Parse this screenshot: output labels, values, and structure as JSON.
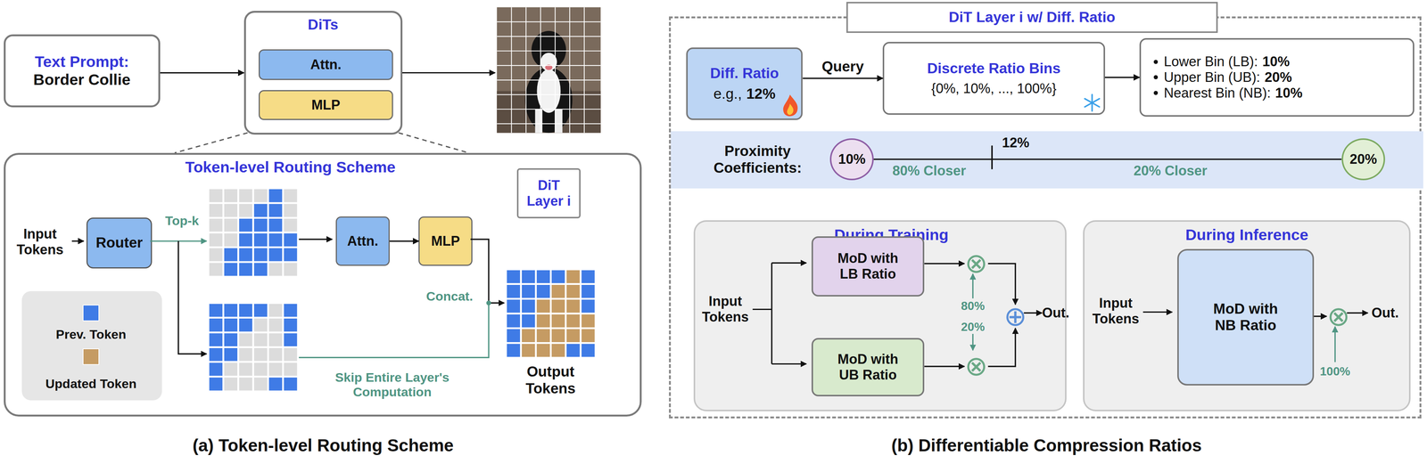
{
  "diagram": {
    "nodes": [
      {
        "text": [
          "Text Prompt:",
          "Border Collie"
        ]
      },
      {
        "text": [
          "DiTs"
        ]
      },
      {
        "text": [
          "Attn."
        ],
        "in": 1
      },
      {
        "text": [
          "MLP"
        ],
        "in": 1
      },
      {
        "text": [
          "Token-level Routing Scheme"
        ]
      },
      {
        "text": [
          "Router"
        ],
        "in": 4
      },
      {
        "text": [
          "Attn."
        ],
        "in": 4
      },
      {
        "text": [
          "MLP"
        ],
        "in": 4
      },
      {
        "text": [
          "DiT Layer i"
        ],
        "in": 4
      },
      {
        "text": [
          "DiT Layer i w/ Diff. Ratio"
        ]
      },
      {
        "text": [
          "Diff. Ratio",
          "e.g.,",
          "12%"
        ],
        "in": 9
      },
      {
        "text": [
          "Discrete Ratio Bins",
          "{0%, 10%, ..., 100%}"
        ],
        "in": 9
      },
      {
        "text": [
          "Lower Bin (LB):",
          "10%",
          "Upper Bin (UB):",
          "20%",
          "Nearest Bin (NB):",
          "10%"
        ],
        "in": 9
      },
      {
        "text": [
          "Proximity Coefficients:"
        ],
        "in": 9
      },
      {
        "text": [
          "10%"
        ],
        "in": 13
      },
      {
        "text": [
          "20%"
        ],
        "in": 13
      },
      {
        "text": [
          "During Training"
        ],
        "in": 9
      },
      {
        "text": [
          "MoD with LB Ratio"
        ],
        "in": 16
      },
      {
        "text": [
          "⊗"
        ],
        "in": 16
      },
      {
        "text": [
          "MoD with UB Ratio"
        ],
        "in": 16
      },
      {
        "text": [
          "⊗"
        ],
        "in": 16
      },
      {
        "text": [
          "⊕"
        ],
        "in": 16
      },
      {
        "text": [
          "During Inference"
        ],
        "in": 9
      },
      {
        "text": [
          "MoD with NB Ratio"
        ],
        "in": 22
      },
      {
        "text": [
          "⊗"
        ],
        "in": 22
      }
    ],
    "edges": [
      {
        "from": 0,
        "to": 1,
        "arrow": "to"
      },
      {
        "from": 6,
        "to": 7,
        "arrow": "to"
      },
      {
        "from": 10,
        "to": 11,
        "label": "Query",
        "arrow": "to"
      },
      {
        "from": 11,
        "to": 12,
        "arrow": "to"
      },
      {
        "from": 14,
        "to": 15,
        "arrow": "none"
      },
      {
        "from": 17,
        "to": 18,
        "arrow": "to"
      },
      {
        "from": 19,
        "to": 20,
        "arrow": "to"
      },
      {
        "from": 18,
        "to": 21,
        "arrow": "to"
      },
      {
        "from": 20,
        "to": 21,
        "arrow": "to"
      },
      {
        "from": 23,
        "to": 24,
        "arrow": "to"
      }
    ],
    "labels": [
      "Input Tokens",
      "Top-k",
      "Concat.",
      "Skip Entire Layer's Computation",
      "Output Tokens",
      "(a) Token-level Routing Scheme",
      "12%",
      "80% Closer",
      "20% Closer",
      "Input Tokens",
      "80%",
      "20%",
      "Out.",
      "Input Tokens",
      "Out.",
      "100%",
      "(b) Differentiable Compression Ratios"
    ],
    "legend": [
      {
        "text": "Prev. Token",
        "color": "#3f7be6"
      },
      {
        "text": "Updated Token",
        "color": "#c59b63"
      }
    ]
  }
}
